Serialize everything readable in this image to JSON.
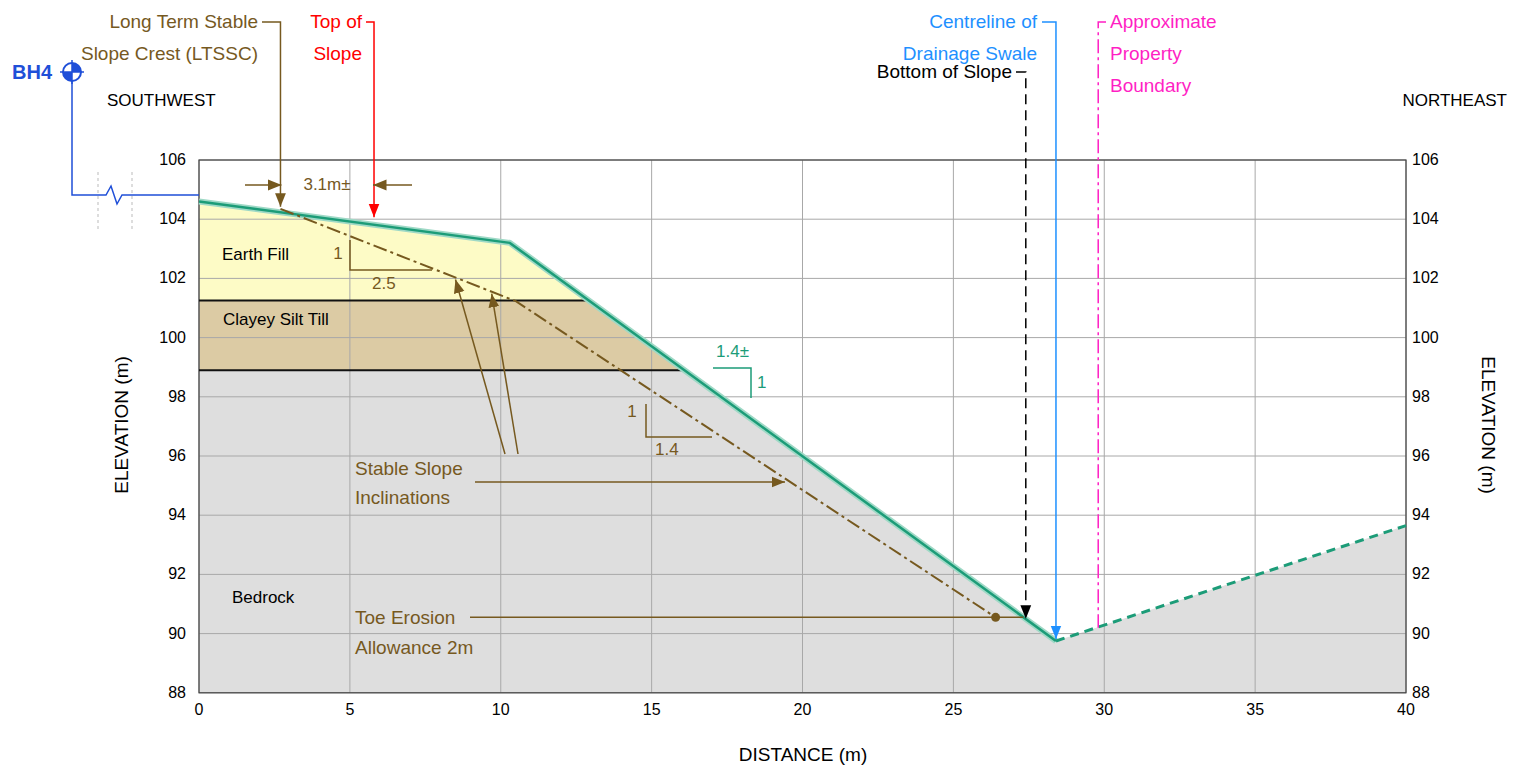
{
  "diagram": {
    "labels": [
      "Long Term Stable Slope Crest (LTSSC)",
      "Top of Slope",
      "Centreline of Drainage Swale",
      "Approximate Property Boundary",
      "Bottom of Slope",
      "BH4",
      "SOUTHWEST",
      "NORTHEAST",
      "3.1m±",
      "Earth Fill",
      "1",
      "2.5",
      "Clayey Silt Till",
      "1.4±",
      "1",
      "1",
      "1.4",
      "Stable Slope Inclinations",
      "Bedrock",
      "Toe Erosion Allowance 2m",
      "106",
      "104",
      "102",
      "100",
      "98",
      "96",
      "94",
      "92",
      "90",
      "88",
      "106",
      "104",
      "102",
      "100",
      "98",
      "96",
      "94",
      "92",
      "90",
      "88",
      "0",
      "5",
      "10",
      "15",
      "20",
      "25",
      "30",
      "35",
      "40",
      "ELEVATION (m)",
      "ELEVATION (m)",
      "DISTANCE (m)"
    ]
  }
}
